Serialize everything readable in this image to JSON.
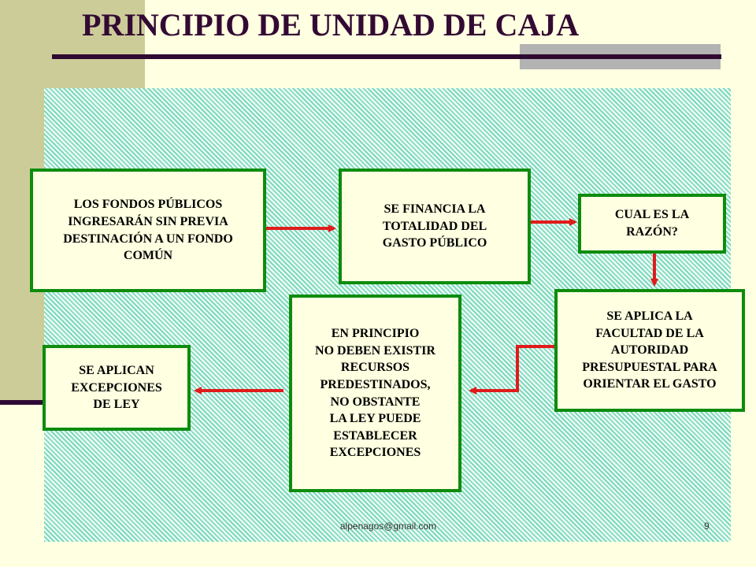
{
  "slide": {
    "title": "PRINCIPIO DE UNIDAD DE CAJA",
    "footer_email": "alpenagos@gmail.com",
    "page_number": "9"
  },
  "colors": {
    "background": "#ffffe1",
    "side_band": "#cccc99",
    "title_text": "#330a33",
    "box_border": "#0d8c0d",
    "arrow": "#e01b1b",
    "panel_hatch": "#6fd6b9"
  },
  "flow": {
    "nodes": {
      "fondos": "LOS FONDOS PÚBLICOS\nINGRESARÁN SIN PREVIA\nDESTINACIÓN A UN FONDO\nCOMÚN",
      "financia": "SE FINANCIA LA\nTOTALIDAD DEL\nGASTO PÚBLICO",
      "razon": "CUAL ES LA\nRAZÓN?",
      "facultad": "SE APLICA LA\nFACULTAD DE LA\nAUTORIDAD\nPRESUPUESTAL PARA\nORIENTAR EL GASTO",
      "principio": "EN PRINCIPIO\nNO DEBEN EXISTIR\nRECURSOS\nPREDESTINADOS,\nNO OBSTANTE\nLA LEY PUEDE\nESTABLECER\nEXCEPCIONES",
      "excepciones": "SE APLICAN\nEXCEPCIONES\nDE LEY"
    },
    "edges": [
      {
        "from": "fondos",
        "to": "financia"
      },
      {
        "from": "financia",
        "to": "razon"
      },
      {
        "from": "razon",
        "to": "facultad"
      },
      {
        "from": "facultad",
        "to": "principio"
      },
      {
        "from": "principio",
        "to": "excepciones"
      }
    ]
  }
}
